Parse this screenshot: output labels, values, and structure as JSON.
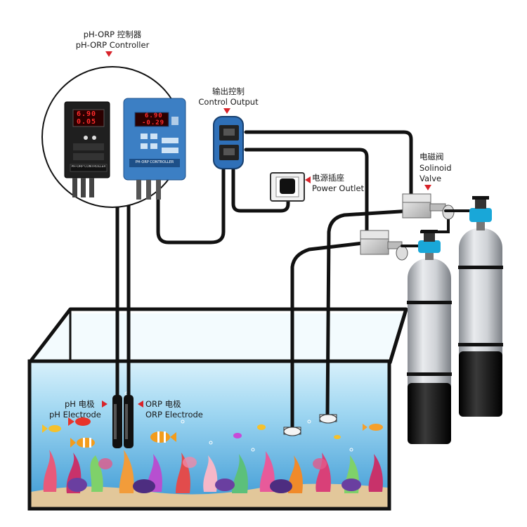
{
  "labels": {
    "controller_cn": "pH-ORP 控制器",
    "controller_en": "pH-ORP Controller",
    "output_cn": "输出控制",
    "output_en": "Control Output",
    "power_cn": "电源插座",
    "power_en": "Power Outlet",
    "valve_cn": "电磁阀",
    "valve_en_1": "Solinoid",
    "valve_en_2": "Valve",
    "ph_cn": "pH 电极",
    "ph_en": "pH Electrode",
    "orp_cn": "ORP 电极",
    "orp_en": "ORP Electrode"
  },
  "device_left": {
    "reading_top": "6.90",
    "reading_bottom": "0.05",
    "panel_text": "PH-ORP CONTROLLER"
  },
  "device_right": {
    "reading_top": "6.90",
    "reading_bottom": "-0.29",
    "panel_text": "PH-ORP CONTROLLER"
  },
  "colors": {
    "accent_red": "#d8232a",
    "device_left_body": "#1e1e1e",
    "device_right_body": "#3c7fc4",
    "display_red": "#ff2b2b",
    "water_top": "#bfe6f7",
    "water_bottom": "#3ea0d8",
    "cylinder_silver": "#c9ccd0",
    "cylinder_black": "#111111",
    "regulator_cyan": "#19a7d8",
    "cable_black": "#111111"
  }
}
